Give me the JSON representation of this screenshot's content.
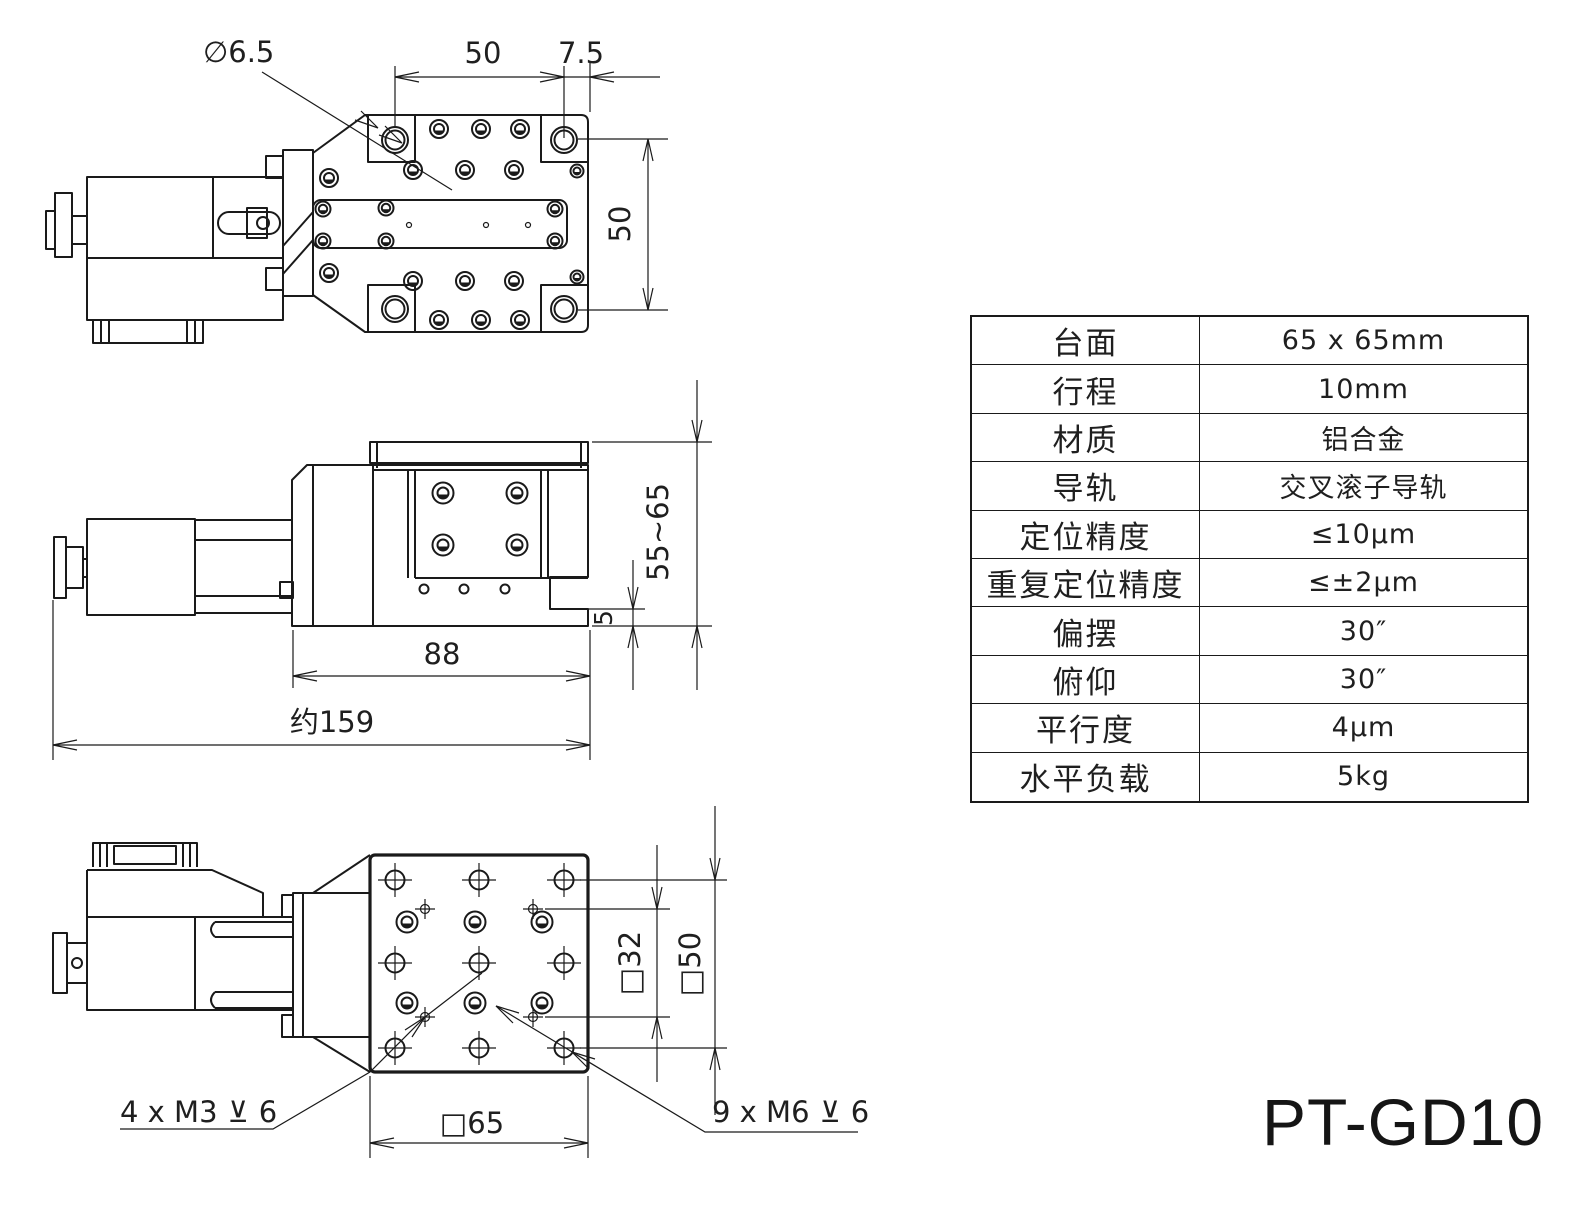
{
  "title": {
    "model": "PT-GD10"
  },
  "spec_table": {
    "rows": [
      {
        "label": "台面",
        "value": "65 x 65mm"
      },
      {
        "label": "行程",
        "value": "10mm"
      },
      {
        "label": "材质",
        "value": "铝合金"
      },
      {
        "label": "导轨",
        "value": "交叉滚子导轨"
      },
      {
        "label": "定位精度",
        "value": "≤10μm"
      },
      {
        "label": "重复定位精度",
        "value": "≤±2μm"
      },
      {
        "label": "偏摆",
        "value": "30″"
      },
      {
        "label": "俯仰",
        "value": "30″"
      },
      {
        "label": "平行度",
        "value": "4μm"
      },
      {
        "label": "水平负载",
        "value": "5kg"
      }
    ]
  },
  "top_view": {
    "dia_label": "∅6.5",
    "dim_width": "50",
    "dim_offset": "7.5",
    "dim_height": "50"
  },
  "side_view": {
    "dim_height_range": "55~65",
    "dim_step": "5",
    "dim_body": "88",
    "dim_total": "约159"
  },
  "bottom_view": {
    "dim_square_32": "□32",
    "dim_square_50": "□50",
    "dim_square_65": "□65",
    "m3_note": {
      "text": "4 x M3",
      "symbol": "⊻",
      "depth": "6"
    },
    "m6_note": {
      "text": "9 x M6",
      "symbol": "⊻",
      "depth": "6"
    }
  }
}
